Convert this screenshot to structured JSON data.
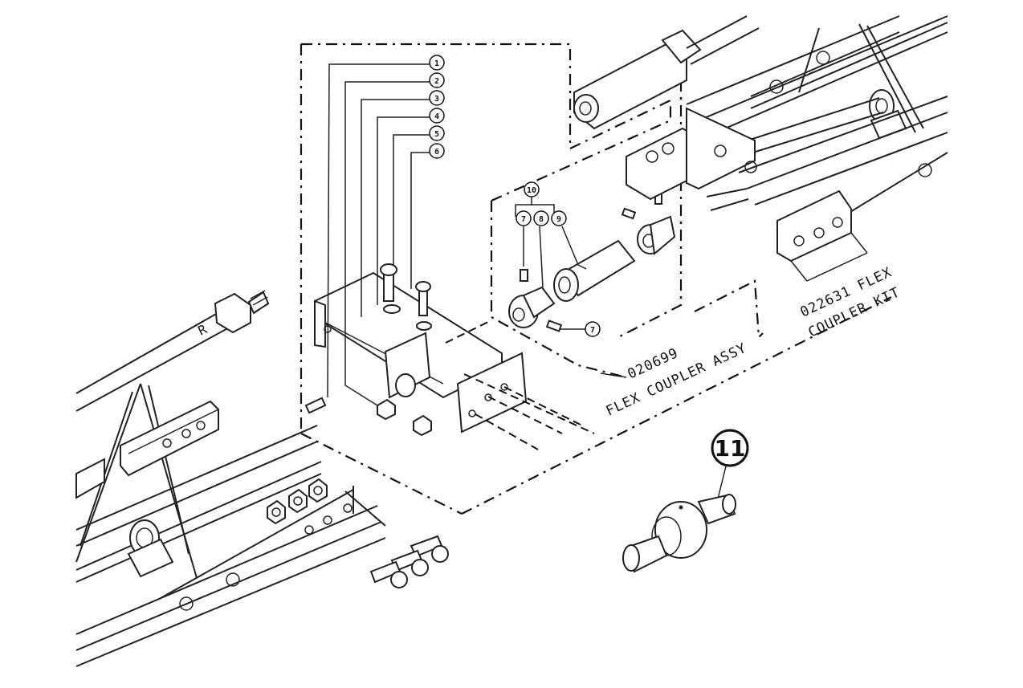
{
  "callouts": [
    "1",
    "2",
    "3",
    "4",
    "5",
    "6"
  ],
  "subassembly_callouts": {
    "group": "10",
    "items": [
      "7",
      "8",
      "9"
    ],
    "extra": "7"
  },
  "big_callout": "11",
  "labels": {
    "assy_number": "020699",
    "assy_name": "FLEX COUPLER ASSY",
    "kit_number": "022631 FLEX",
    "kit_name": "COUPLER KIT",
    "rod_mark": "R"
  },
  "colors": {
    "line": "#222222",
    "background": "#ffffff"
  }
}
